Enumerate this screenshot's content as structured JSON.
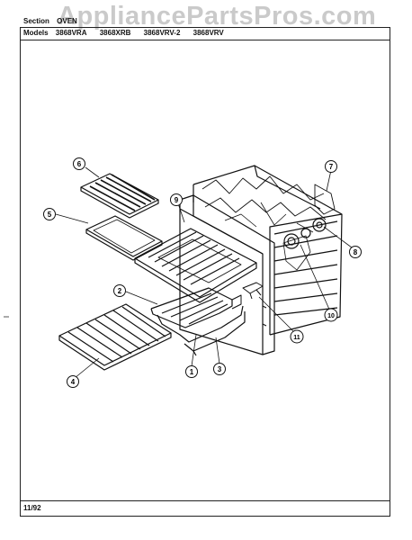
{
  "watermark": "AppliancePartsPros.com",
  "header": {
    "section_label": "Section",
    "section_value": "OVEN",
    "models_label": "Models",
    "models": [
      "3868VRA",
      "3868XRB",
      "3868VRV-2",
      "3868VRV"
    ]
  },
  "footer": {
    "date": "11/92"
  },
  "callouts": [
    "1",
    "2",
    "3",
    "4",
    "5",
    "6",
    "7",
    "8",
    "9",
    "10",
    "11"
  ]
}
